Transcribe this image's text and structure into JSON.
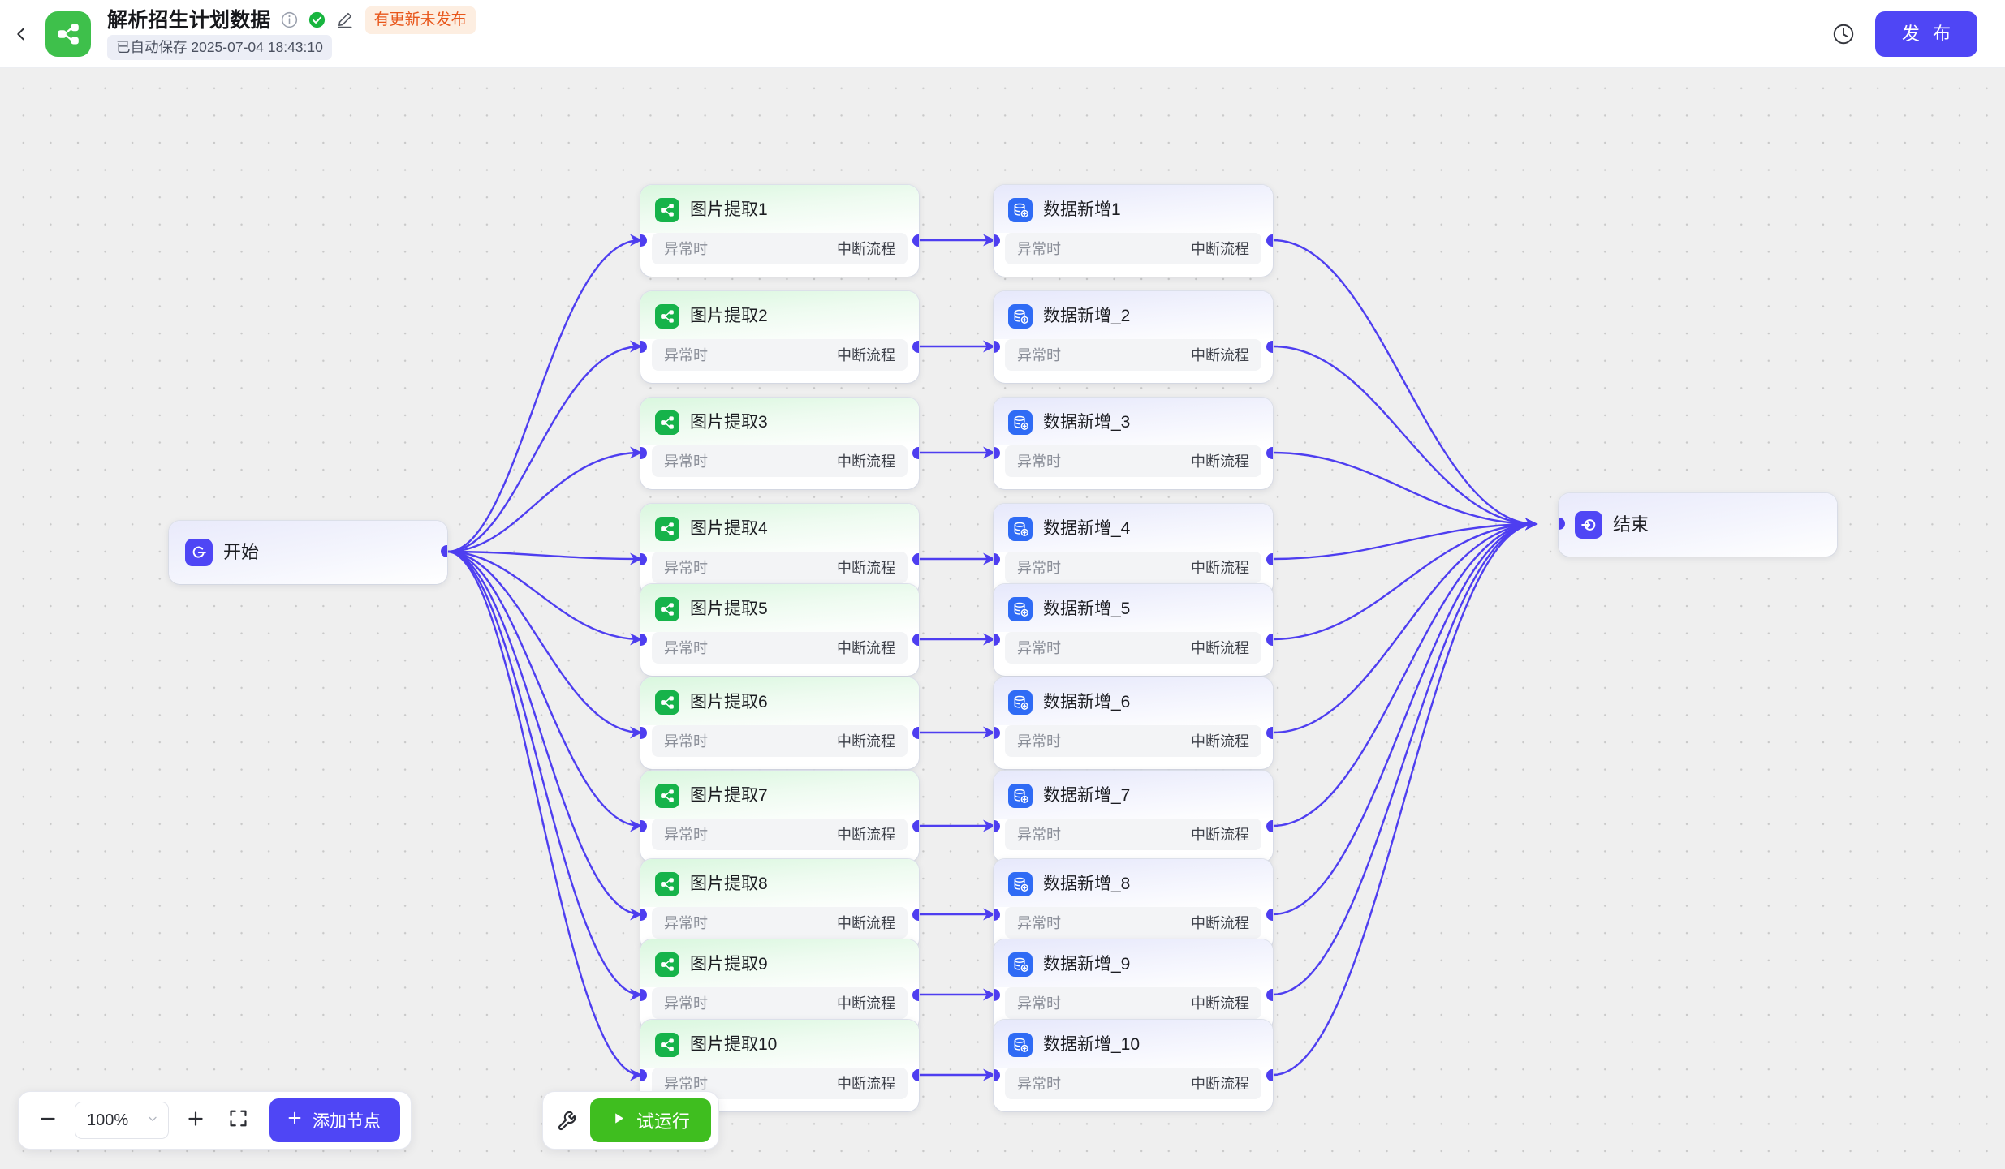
{
  "header": {
    "back_icon": "chevron-left-icon",
    "logo_icon": "workflow-share-icon",
    "title": "解析招生计划数据",
    "info_icon": "info-circle-icon",
    "status_icon": "check-circle-icon",
    "edit_icon": "pencil-edit-icon",
    "unpublished_badge": "有更新未发布",
    "autosave": "已自动保存 2025-07-04 18:43:10",
    "history_icon": "clock-history-icon",
    "publish_label": "发 布"
  },
  "colors": {
    "accent_purple": "#4f46f5",
    "node_green": "#16b34a",
    "node_blue": "#2f6bf5",
    "run_green": "#3fbe1f",
    "edge": "#4e3ef0",
    "badge_orange_text": "#e8561a",
    "badge_orange_bg": "#fdeee1",
    "canvas_bg": "#efefef"
  },
  "row_labels": {
    "exception_label": "异常时",
    "exception_value": "中断流程"
  },
  "start_node": {
    "title": "开始",
    "icon": "start-power-icon"
  },
  "end_node": {
    "title": "结束",
    "icon": "end-exit-icon"
  },
  "extract_nodes": [
    {
      "title": "图片提取1",
      "icon": "image-extract-icon"
    },
    {
      "title": "图片提取2",
      "icon": "image-extract-icon"
    },
    {
      "title": "图片提取3",
      "icon": "image-extract-icon"
    },
    {
      "title": "图片提取4",
      "icon": "image-extract-icon"
    },
    {
      "title": "图片提取5",
      "icon": "image-extract-icon"
    },
    {
      "title": "图片提取6",
      "icon": "image-extract-icon"
    },
    {
      "title": "图片提取7",
      "icon": "image-extract-icon"
    },
    {
      "title": "图片提取8",
      "icon": "image-extract-icon"
    },
    {
      "title": "图片提取9",
      "icon": "image-extract-icon"
    },
    {
      "title": "图片提取10",
      "icon": "image-extract-icon"
    }
  ],
  "insert_nodes": [
    {
      "title": "数据新增1",
      "icon": "database-add-icon"
    },
    {
      "title": "数据新增_2",
      "icon": "database-add-icon"
    },
    {
      "title": "数据新增_3",
      "icon": "database-add-icon"
    },
    {
      "title": "数据新增_4",
      "icon": "database-add-icon"
    },
    {
      "title": "数据新增_5",
      "icon": "database-add-icon"
    },
    {
      "title": "数据新增_6",
      "icon": "database-add-icon"
    },
    {
      "title": "数据新增_7",
      "icon": "database-add-icon"
    },
    {
      "title": "数据新增_8",
      "icon": "database-add-icon"
    },
    {
      "title": "数据新增_9",
      "icon": "database-add-icon"
    },
    {
      "title": "数据新增_10",
      "icon": "database-add-icon"
    }
  ],
  "toolbar": {
    "zoom_out_icon": "minus-icon",
    "zoom_value": "100%",
    "zoom_caret_icon": "chevron-down-icon",
    "zoom_in_icon": "plus-icon",
    "fit_view_icon": "fit-view-icon",
    "add_node_icon": "plus-icon",
    "add_node_label": "添加节点",
    "wrench_icon": "wrench-icon",
    "run_icon": "play-icon",
    "run_label": "试运行"
  }
}
